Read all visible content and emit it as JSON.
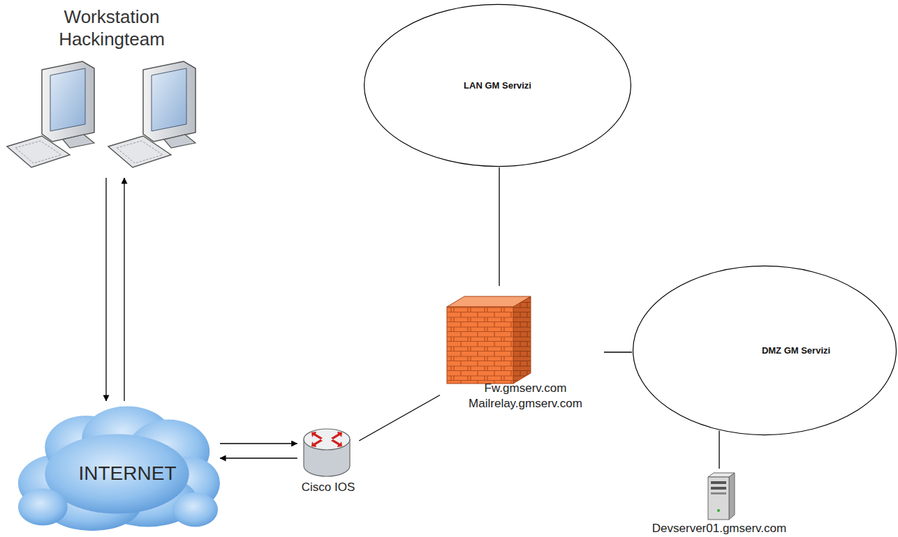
{
  "diagram": {
    "nodes": [
      {
        "text": [
          "Workstation Hackingteam"
        ]
      },
      {
        "text": [
          "LAN GM Servizi"
        ]
      },
      {
        "text": [
          "INTERNET"
        ]
      },
      {
        "text": [
          "Fw.gmserv.com",
          "Mailrelay.gmserv.com"
        ]
      },
      {
        "text": [
          "DMZ GM Servizi"
        ]
      },
      {
        "text": [
          "Cisco IOS"
        ]
      },
      {
        "text": [
          "Devserver01.gmserv.com"
        ]
      }
    ],
    "edges": [
      {
        "from": 0,
        "to": 2,
        "arrow": "to"
      },
      {
        "from": 2,
        "to": 0,
        "arrow": "to"
      },
      {
        "from": 2,
        "to": 5,
        "arrow": "to"
      },
      {
        "from": 5,
        "to": 2,
        "arrow": "to"
      },
      {
        "from": 5,
        "to": 3,
        "arrow": "none"
      },
      {
        "from": 3,
        "to": 1,
        "arrow": "none"
      },
      {
        "from": 3,
        "to": 4,
        "arrow": "none"
      },
      {
        "from": 4,
        "to": 6,
        "arrow": "none"
      }
    ]
  }
}
